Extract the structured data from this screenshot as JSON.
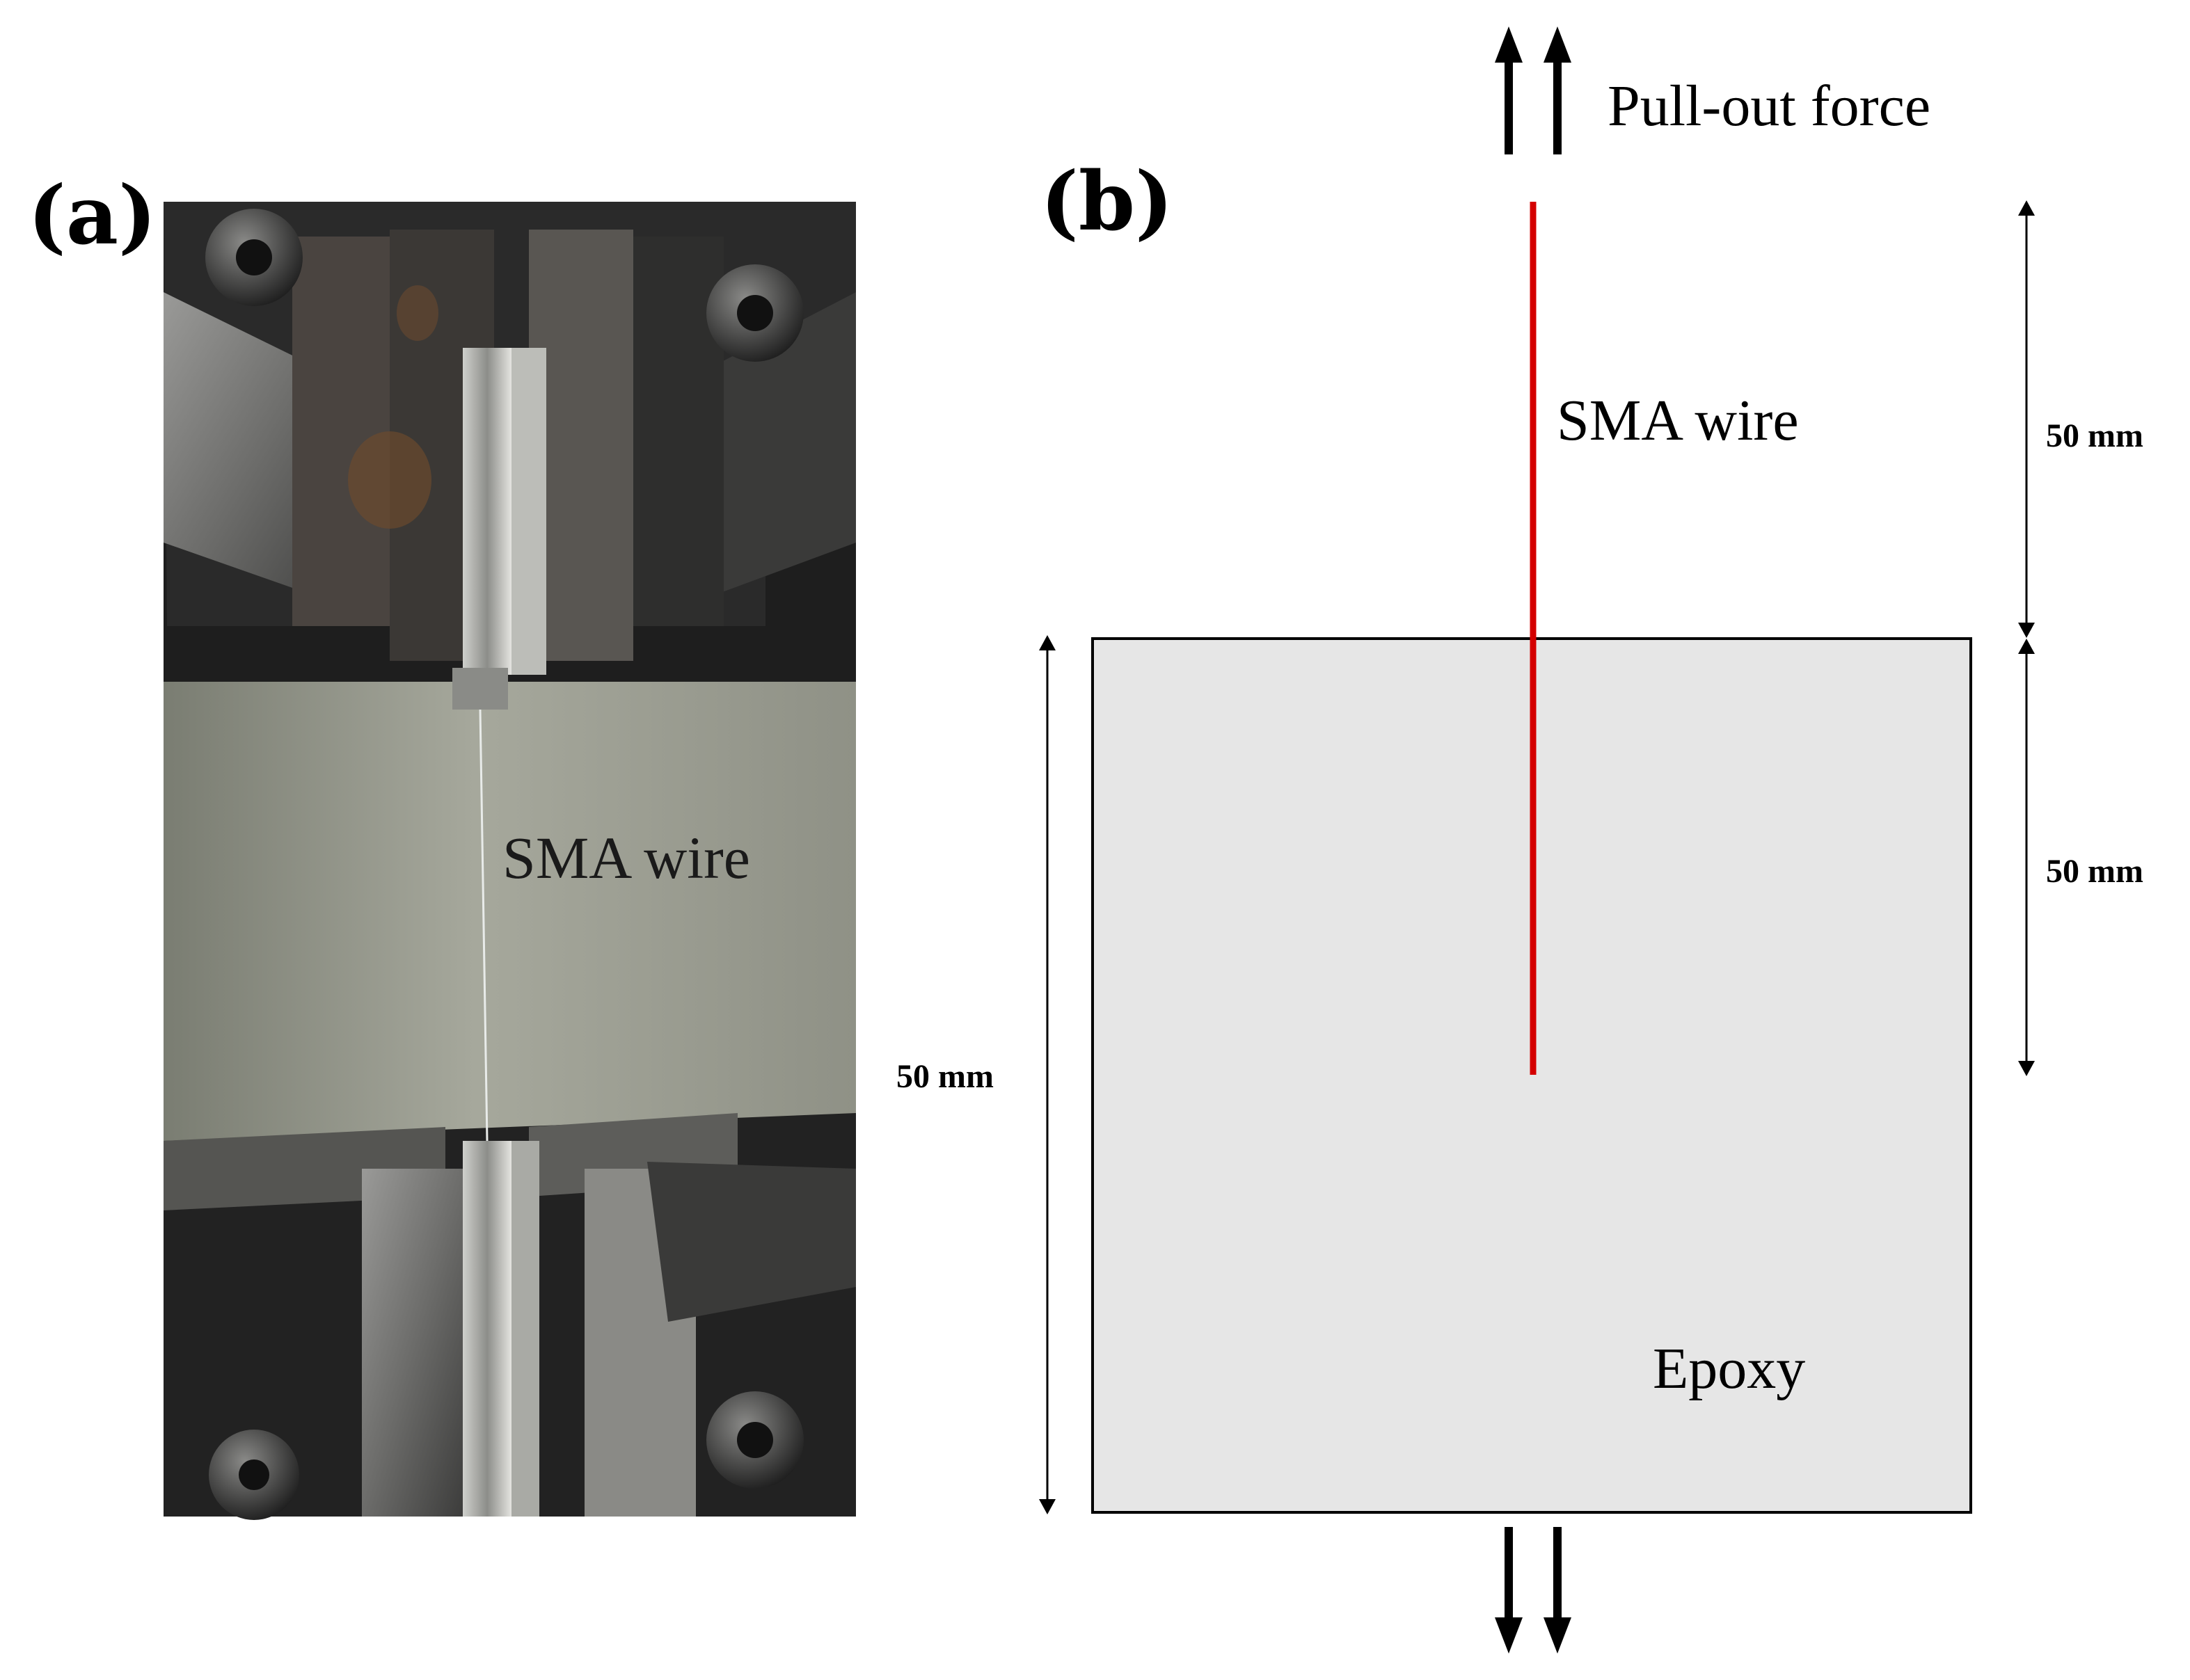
{
  "figure": {
    "panel_a": {
      "label": "(a)",
      "photo": {
        "description_icon": "tensile-grip-photo",
        "wire_label": "SMA wire"
      }
    },
    "panel_b": {
      "label": "(b)",
      "force_label": "Pull-out force",
      "wire_label": "SMA wire",
      "block_label": "Epoxy",
      "dimensions": {
        "free_length": "50 mm",
        "embedded_length": "50 mm",
        "block_height": "50 mm"
      }
    }
  },
  "colors": {
    "wire": "#d40000",
    "epoxy_fill": "#e6e6e6",
    "outline": "#000000"
  }
}
